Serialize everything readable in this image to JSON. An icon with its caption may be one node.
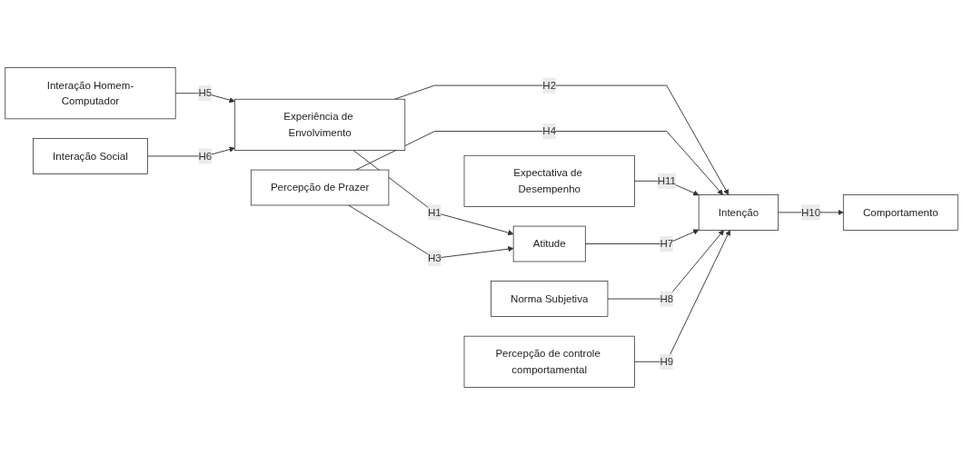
{
  "diagram": {
    "nodes": [
      {
        "text": [
          "Interação Homem-Computador"
        ]
      },
      {
        "text": [
          "Interação Social"
        ]
      },
      {
        "text": [
          "Experiência de Envolvimento"
        ]
      },
      {
        "text": [
          "Percepção de Prazer"
        ]
      },
      {
        "text": [
          "Expectativa de Desempenho"
        ]
      },
      {
        "text": [
          "Atitude"
        ]
      },
      {
        "text": [
          "Norma Subjetiva"
        ]
      },
      {
        "text": [
          "Intenção"
        ]
      },
      {
        "text": [
          "Comportamento"
        ]
      },
      {
        "text": [
          "Percepção de controle comportamental"
        ]
      }
    ],
    "edges": [
      {
        "from": 0,
        "to": 2,
        "arrow": "to",
        "label": "H5"
      },
      {
        "from": 1,
        "to": 2,
        "arrow": "to",
        "label": "H6"
      },
      {
        "from": 2,
        "to": 5,
        "arrow": "to",
        "label": "H1"
      },
      {
        "from": 2,
        "to": 7,
        "arrow": "to",
        "label": "H2"
      },
      {
        "from": 3,
        "to": 5,
        "arrow": "to",
        "label": "H3"
      },
      {
        "from": 3,
        "to": 7,
        "arrow": "to",
        "label": "H4"
      },
      {
        "from": 4,
        "to": 7,
        "arrow": "to",
        "label": "H11"
      },
      {
        "from": 5,
        "to": 7,
        "arrow": "to",
        "label": "H7"
      },
      {
        "from": 6,
        "to": 7,
        "arrow": "to",
        "label": "H8"
      },
      {
        "from": 9,
        "to": 7,
        "arrow": "to",
        "label": "H9"
      },
      {
        "from": 7,
        "to": 8,
        "arrow": "to",
        "label": "H10"
      }
    ]
  }
}
